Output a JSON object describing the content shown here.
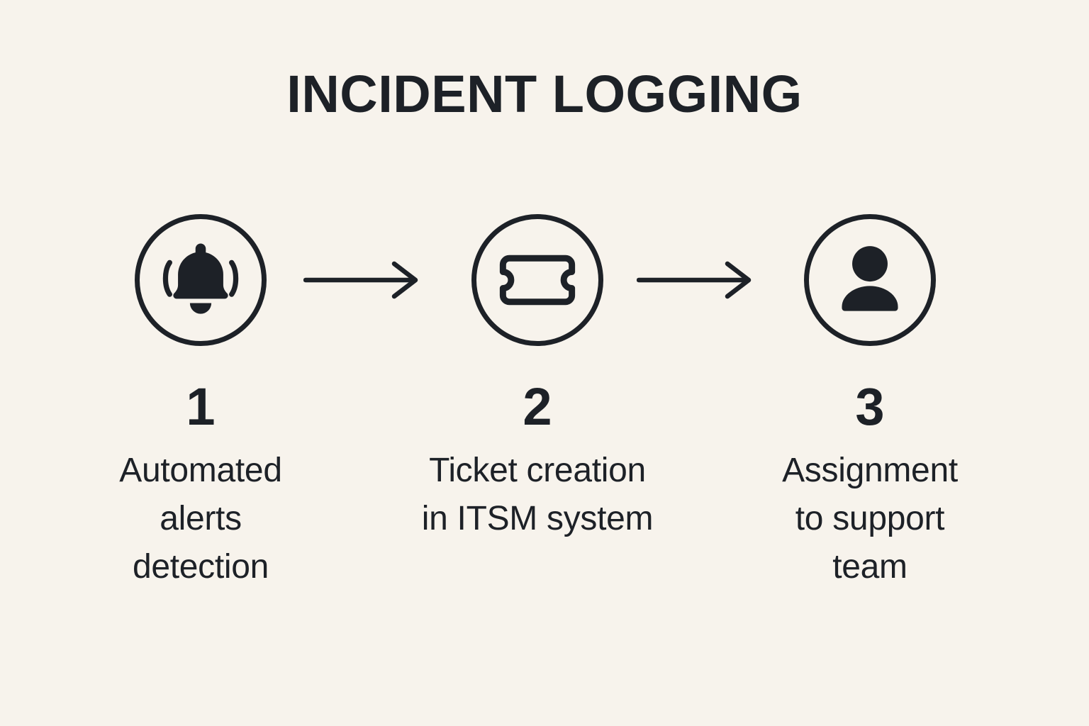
{
  "title": "INCIDENT LOGGING",
  "colors": {
    "background": "#f7f3ec",
    "ink": "#1d2127"
  },
  "steps": [
    {
      "number": "1",
      "label": "Automated\nalerts\ndetection",
      "icon": "bell-alert-icon"
    },
    {
      "number": "2",
      "label": "Ticket creation\nin ITSM system",
      "icon": "ticket-icon"
    },
    {
      "number": "3",
      "label": "Assignment\nto support\nteam",
      "icon": "user-icon"
    }
  ],
  "connectors": [
    {
      "icon": "arrow-right-icon"
    },
    {
      "icon": "arrow-right-icon"
    }
  ]
}
